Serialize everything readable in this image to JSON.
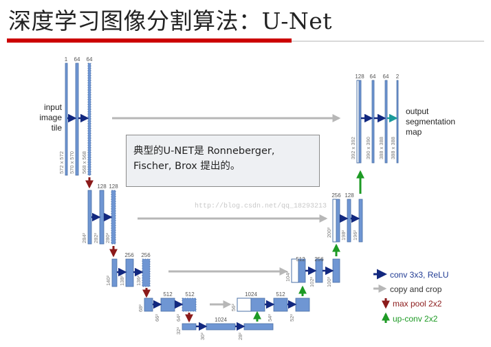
{
  "slide": {
    "title": "深度学习图像分割算法：U-Net",
    "note_line1": "典型的U-NET是 Ronneberger,",
    "note_line2": "Fischer, Brox 提出的。"
  },
  "colors": {
    "title_rule": "#cc0000",
    "block_fill": "#6f96d3",
    "block_stroke": "#4a6fa5",
    "conv_arrow": "#12287f",
    "copy_arrow": "#b7b7b7",
    "pool_arrow": "#8b1a1a",
    "upconv_arrow": "#1d9a24",
    "output_arrow": "#1a9a9a",
    "legend_conv": "#1f3a93",
    "legend_pool": "#8b1a1a",
    "legend_up": "#1d9a24"
  },
  "diagram": {
    "input_labels": [
      "input",
      "image",
      "tile"
    ],
    "output_labels": [
      "output",
      "segmentation",
      "map"
    ],
    "watermark": "http://blog.csdn.net/qq_18293213",
    "channels": {
      "l1": [
        "1",
        "64",
        "64"
      ],
      "l2": [
        "128",
        "128"
      ],
      "l3": [
        "256",
        "256"
      ],
      "l4": [
        "512",
        "512"
      ],
      "l5": [
        "1024"
      ],
      "r4": [
        "1024",
        "512"
      ],
      "r3": [
        "512",
        "256"
      ],
      "r2": [
        "256",
        "128"
      ],
      "r1": [
        "128",
        "64",
        "64",
        "2"
      ]
    },
    "sizes": {
      "l1": [
        "572 x 572",
        "570 x 570",
        "568 x 568"
      ],
      "l2": [
        "284²",
        "282²",
        "280²"
      ],
      "l3": [
        "140²",
        "138²",
        "136²"
      ],
      "l4": [
        "68²",
        "66²",
        "64²"
      ],
      "l5": [
        "32²",
        "30²",
        "28²"
      ],
      "r4": [
        "56²",
        "54²",
        "52²"
      ],
      "r3": [
        "104²",
        "102²",
        "100²"
      ],
      "r2": [
        "200²",
        "198²",
        "196²"
      ],
      "r1": [
        "392 x 392",
        "390 x 390",
        "388 x 388",
        "388 x 388"
      ]
    }
  },
  "legend": {
    "conv": "conv 3x3, ReLU",
    "copy": "copy and crop",
    "pool": "max pool 2x2",
    "up": "up-conv 2x2"
  }
}
